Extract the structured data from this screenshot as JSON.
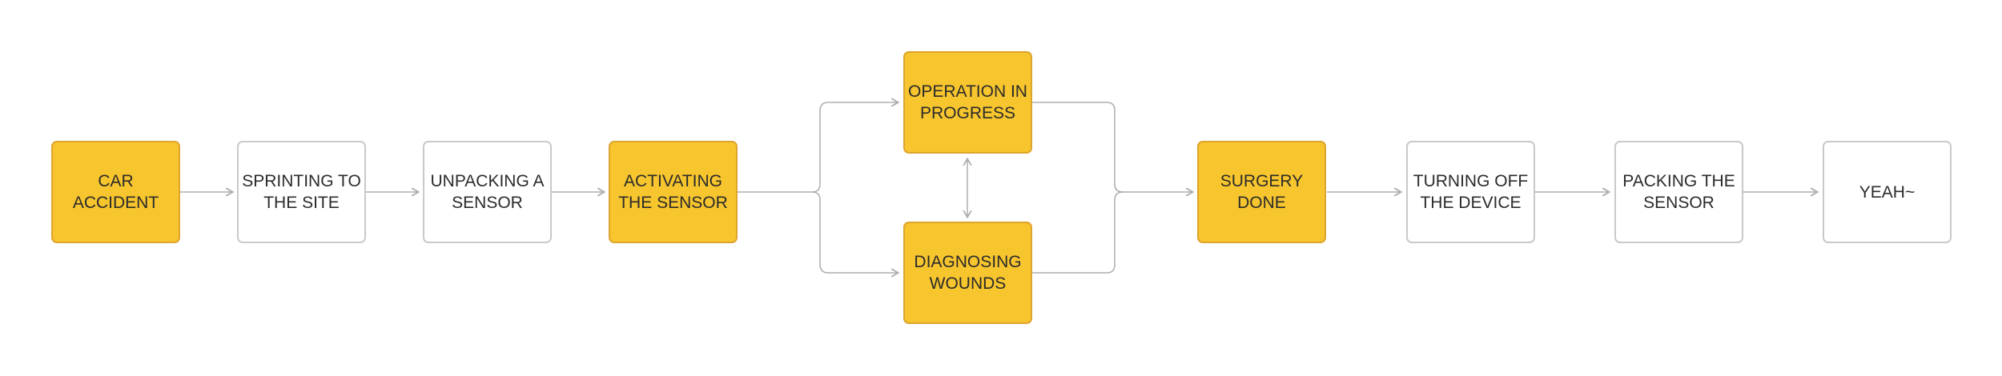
{
  "diagram": {
    "type": "flowchart",
    "colors": {
      "highlight_fill": "#F7C52D",
      "highlight_border": "#DEA42F",
      "node_fill": "#FFFFFF",
      "node_border": "#C9C9C9",
      "connector": "#ADADAD",
      "text": "#2B2B2B",
      "canvas_bg": "#FFFFFF"
    },
    "nodes": [
      {
        "id": "car-accident",
        "label": "CAR\nACCIDENT",
        "style": "highlight"
      },
      {
        "id": "sprinting-to-the-site",
        "label": "SPRINTING TO\nTHE SITE",
        "style": "normal"
      },
      {
        "id": "unpacking-a-sensor",
        "label": "UNPACKING A\nSENSOR",
        "style": "normal"
      },
      {
        "id": "activating-the-sensor",
        "label": "ACTIVATING\nTHE SENSOR",
        "style": "highlight"
      },
      {
        "id": "operation-in-progress",
        "label": "OPERATION IN\nPROGRESS",
        "style": "highlight"
      },
      {
        "id": "diagnosing-wounds",
        "label": "DIAGNOSING\nWOUNDS",
        "style": "highlight"
      },
      {
        "id": "surgery-done",
        "label": "SURGERY\nDONE",
        "style": "highlight"
      },
      {
        "id": "turning-off-the-device",
        "label": "TURNING OFF\nTHE DEVICE",
        "style": "normal"
      },
      {
        "id": "packing-the-sensor",
        "label": "PACKING THE\nSENSOR",
        "style": "normal"
      },
      {
        "id": "yeah",
        "label": "YEAH~",
        "style": "normal"
      }
    ],
    "edges": [
      {
        "from": "car-accident",
        "to": "sprinting-to-the-site",
        "direction": "forward"
      },
      {
        "from": "sprinting-to-the-site",
        "to": "unpacking-a-sensor",
        "direction": "forward"
      },
      {
        "from": "unpacking-a-sensor",
        "to": "activating-the-sensor",
        "direction": "forward"
      },
      {
        "from": "activating-the-sensor",
        "to": "operation-in-progress",
        "direction": "forward"
      },
      {
        "from": "activating-the-sensor",
        "to": "diagnosing-wounds",
        "direction": "forward"
      },
      {
        "from": "operation-in-progress",
        "to": "diagnosing-wounds",
        "direction": "both"
      },
      {
        "from": "operation-in-progress",
        "to": "surgery-done",
        "direction": "forward"
      },
      {
        "from": "diagnosing-wounds",
        "to": "surgery-done",
        "direction": "forward"
      },
      {
        "from": "surgery-done",
        "to": "turning-off-the-device",
        "direction": "forward"
      },
      {
        "from": "turning-off-the-device",
        "to": "packing-the-sensor",
        "direction": "forward"
      },
      {
        "from": "packing-the-sensor",
        "to": "yeah",
        "direction": "forward"
      }
    ]
  }
}
